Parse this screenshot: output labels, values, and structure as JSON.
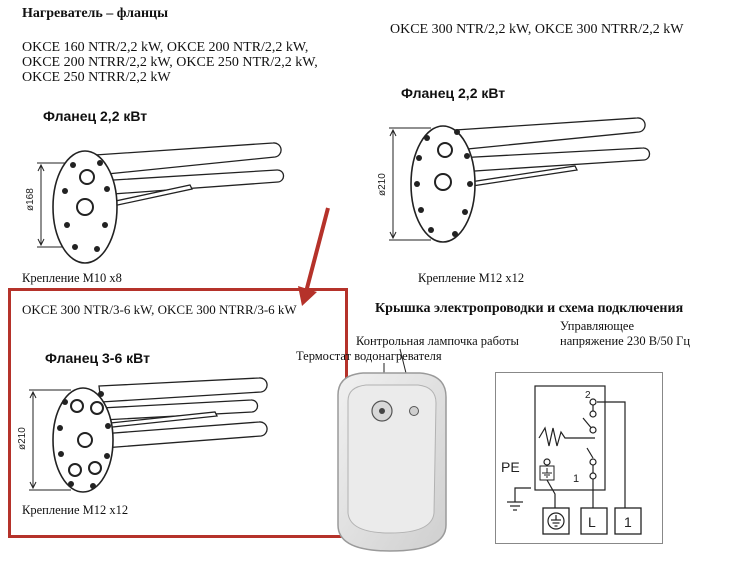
{
  "header": {
    "title": "Нагреватель – фланцы",
    "models_left": [
      "OKCE 160 NTR/2,2 kW, OKCE 200 NTR/2,2 kW,",
      "OKCE 200 NTRR/2,2 kW, OKCE 250 NTR/2,2 kW,",
      "OKCE 250 NTRR/2,2 kW"
    ],
    "models_right": "OKCE 300 NTR/2,2 kW, OKCE 300 NTRR/2,2 kW"
  },
  "flange_left": {
    "title": "Фланец 2,2 кВт",
    "dimension": "ø168",
    "mount": "Крепление M10 x8"
  },
  "flange_right": {
    "title": "Фланец 2,2 кВт",
    "dimension": "ø210",
    "mount": "Крепление M12 x12"
  },
  "flange_highlight": {
    "models": "OKCE 300 NTR/3-6 kW, OKCE 300 NTRR/3-6 kW",
    "title": "Фланец 3-6 кВт",
    "dimension": "ø210",
    "mount": "Крепление M12 x12",
    "accent": "#b5322a"
  },
  "cover": {
    "title": "Крышка электропроводки и схема подключения",
    "lamp_label": "Контрольная лампочка работы",
    "thermostat_label": "Термостат водонагревателя",
    "voltage_label": [
      "Управляющее",
      "напряжение 230 В/50 Гц"
    ]
  },
  "wiring": {
    "pe_label": "PE",
    "node_2": "2",
    "node_1": "1",
    "terminal_L": "L",
    "terminal_1": "1"
  }
}
